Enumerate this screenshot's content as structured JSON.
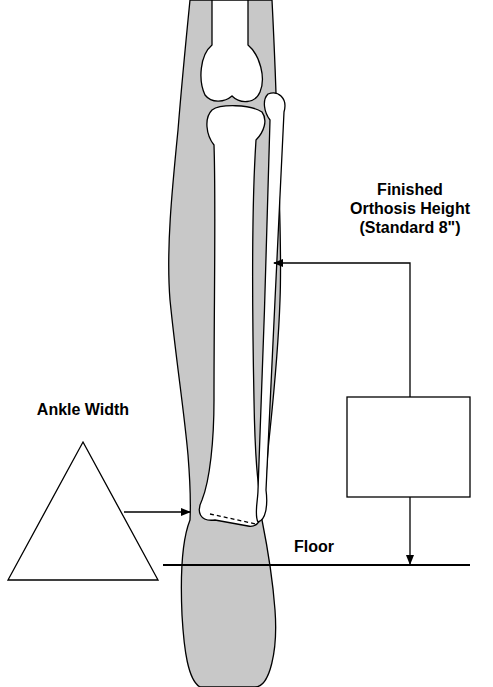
{
  "diagram": {
    "nodes": [
      {
        "text": [
          "Ankle Width"
        ]
      },
      {
        "text": [
          "Finished Orthosis Height (Standard 8\")"
        ]
      }
    ],
    "edges": [],
    "labels": [
      "Floor"
    ]
  }
}
